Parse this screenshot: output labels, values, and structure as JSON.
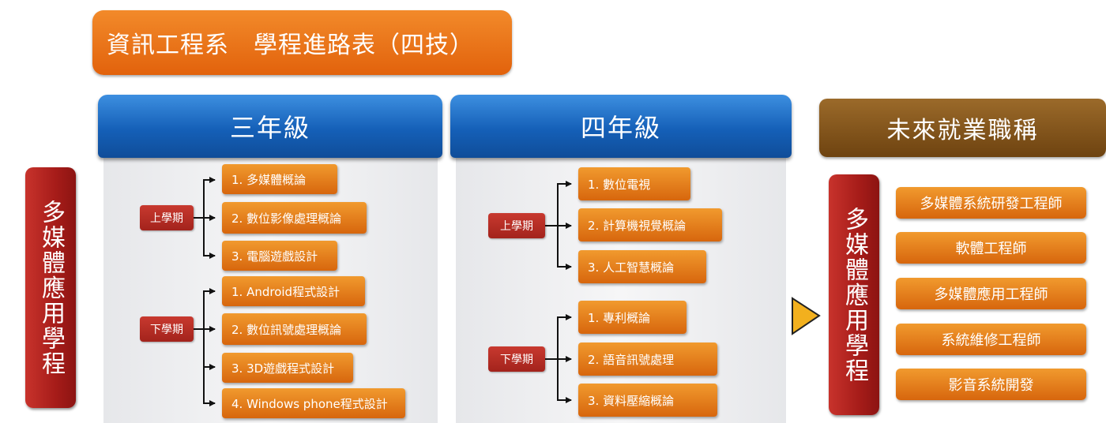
{
  "title": "資訊工程系　學程進路表（四技）",
  "program_label": "多媒體應用學程",
  "year3": {
    "header": "三年級",
    "semesters": [
      {
        "label": "上學期",
        "courses": [
          "1. 多媒體概論",
          "2. 數位影像處理概論",
          "3. 電腦遊戲設計"
        ]
      },
      {
        "label": "下學期",
        "courses": [
          "1.  Android程式設計",
          "2.  數位訊號處理概論",
          "3.  3D遊戲程式設計",
          "4.  Windows phone程式設計"
        ]
      }
    ]
  },
  "year4": {
    "header": "四年級",
    "semesters": [
      {
        "label": "上學期",
        "courses": [
          "1. 數位電視",
          "2. 計算機視覺概論",
          "3. 人工智慧概論"
        ]
      },
      {
        "label": "下學期",
        "courses": [
          "1.  專利概論",
          "2.  語音訊號處理",
          "3.  資料壓縮概論"
        ]
      }
    ]
  },
  "careers": {
    "header": "未來就業職稱",
    "program_label": "多媒體應用學程",
    "jobs": [
      "多媒體系統研發工程師",
      "軟體工程師",
      "多媒體應用工程師",
      "系統維修工程師",
      "影音系統開發"
    ]
  },
  "colors": {
    "orange": "#e2620c",
    "blue": "#1560b8",
    "red": "#a61c19",
    "brown": "#6e4310",
    "arrow": "#f2b01e"
  }
}
